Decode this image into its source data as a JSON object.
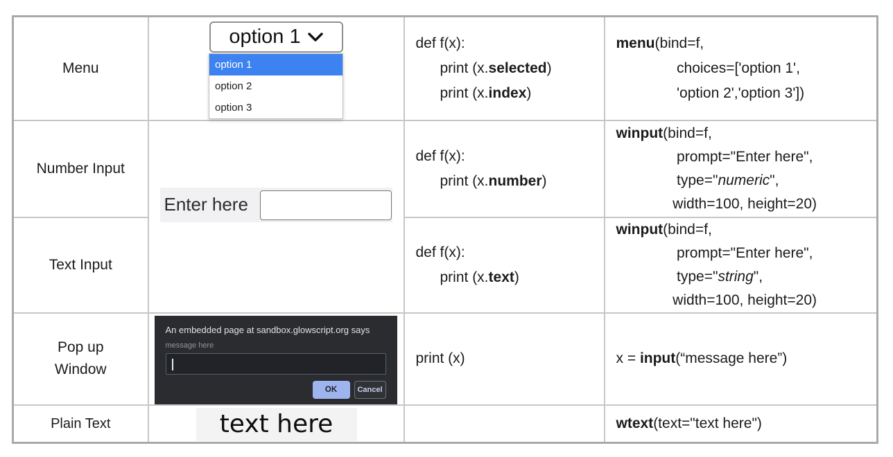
{
  "rows": [
    {
      "label": "Menu",
      "code": [
        [
          {
            "t": "def f(x):"
          }
        ],
        [
          {
            "t": "      print (x."
          },
          {
            "t": "selected",
            "b": 1
          },
          {
            "t": ")"
          }
        ],
        [
          {
            "t": "      print (x."
          },
          {
            "t": "index",
            "b": 1
          },
          {
            "t": ")"
          }
        ]
      ],
      "api": [
        [
          {
            "t": "menu",
            "b": 1
          },
          {
            "t": "(bind=f,"
          }
        ],
        [
          {
            "t": "               choices=['option 1',"
          }
        ],
        [
          {
            "t": "               'option 2','option 3'])"
          }
        ]
      ]
    },
    {
      "label": "Number Input",
      "code": [
        [
          {
            "t": "def f(x):"
          }
        ],
        [
          {
            "t": "      print (x."
          },
          {
            "t": "number",
            "b": 1
          },
          {
            "t": ")"
          }
        ]
      ],
      "api": [
        [
          {
            "t": "winput",
            "b": 1
          },
          {
            "t": "(bind=f,"
          }
        ],
        [
          {
            "t": "               prompt=\"Enter here\","
          }
        ],
        [
          {
            "t": "               type=\""
          },
          {
            "t": "numeric",
            "i": 1
          },
          {
            "t": "\","
          }
        ],
        [
          {
            "t": "              width=100, height=20)"
          }
        ]
      ]
    },
    {
      "label": "Text Input",
      "code": [
        [
          {
            "t": "def f(x):"
          }
        ],
        [
          {
            "t": "      print (x."
          },
          {
            "t": "text",
            "b": 1
          },
          {
            "t": ")"
          }
        ]
      ],
      "api": [
        [
          {
            "t": "winput",
            "b": 1
          },
          {
            "t": "(bind=f,"
          }
        ],
        [
          {
            "t": "               prompt=\"Enter here\","
          }
        ],
        [
          {
            "t": "               type=\""
          },
          {
            "t": "string",
            "i": 1
          },
          {
            "t": "\","
          }
        ],
        [
          {
            "t": "              width=100, height=20)"
          }
        ]
      ]
    },
    {
      "label": "Pop up\nWindow",
      "code": [
        [
          {
            "t": "print (x)"
          }
        ]
      ],
      "api": [
        [
          {
            "t": "x = "
          },
          {
            "t": "input",
            "b": 1
          },
          {
            "t": "(“message here”)"
          }
        ]
      ]
    },
    {
      "label": "Plain Text",
      "code": [],
      "api": [
        [
          {
            "t": "wtext",
            "b": 1
          },
          {
            "t": "(text=\"text here\")"
          }
        ]
      ]
    }
  ],
  "widgets": {
    "menu": {
      "selected_value": "option 1",
      "options": [
        "option 1",
        "option 2",
        "option 3"
      ]
    },
    "winput": {
      "prompt": "Enter here",
      "value": ""
    },
    "popup": {
      "title": "An embedded page at sandbox.glowscript.org says",
      "message_label": "message here",
      "input_value": "",
      "ok_label": "OK",
      "cancel_label": "Cancel"
    },
    "plain_text": {
      "text": "text here"
    }
  },
  "colors": {
    "menu_highlight": "#3c82f0",
    "dialog_background": "#2b2c2f",
    "dialog_ok_button": "#9db4ee",
    "table_border": "#c6c6c6",
    "widget_background": "#f1f1f3"
  }
}
